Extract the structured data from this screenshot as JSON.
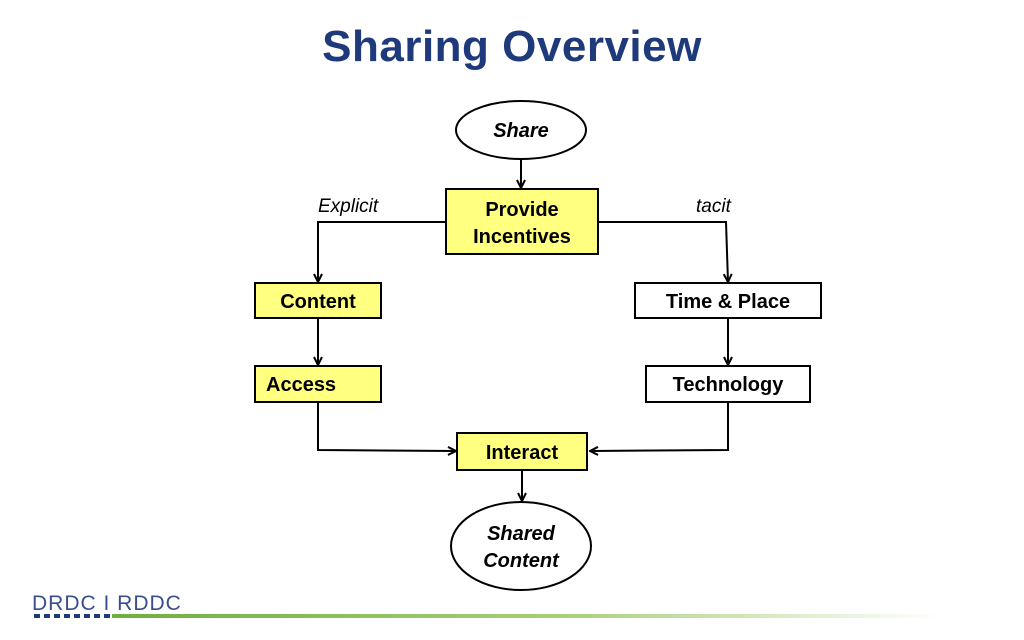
{
  "title": "Sharing Overview",
  "nodes": {
    "share": "Share",
    "provide_line1": "Provide",
    "provide_line2": "Incentives",
    "content": "Content",
    "access": "Access",
    "time_place": "Time & Place",
    "technology": "Technology",
    "interact": "Interact",
    "shared_line1": "Shared",
    "shared_line2": "Content"
  },
  "edge_labels": {
    "explicit": "Explicit",
    "tacit": "tacit"
  },
  "logo": {
    "text": "DRDC I RDDC"
  },
  "colors": {
    "title": "#1f3a7a",
    "highlight_fill": "#ffff80",
    "plain_fill": "#ffffff",
    "stroke": "#000000"
  }
}
